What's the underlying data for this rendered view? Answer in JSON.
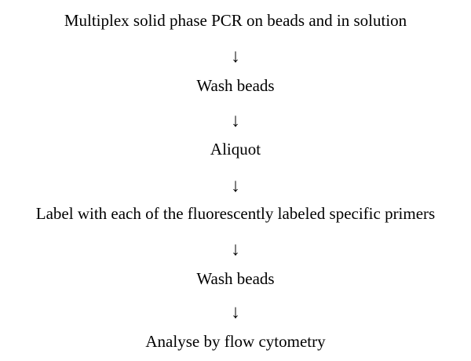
{
  "flowchart": {
    "steps": [
      "Multiplex solid phase PCR on beads and in solution",
      "Wash beads",
      "Aliquot",
      "Label with each of the fluorescently labeled specific primers",
      "Wash beads",
      "Analyse by flow cytometry"
    ],
    "arrow_symbol": "↓"
  }
}
